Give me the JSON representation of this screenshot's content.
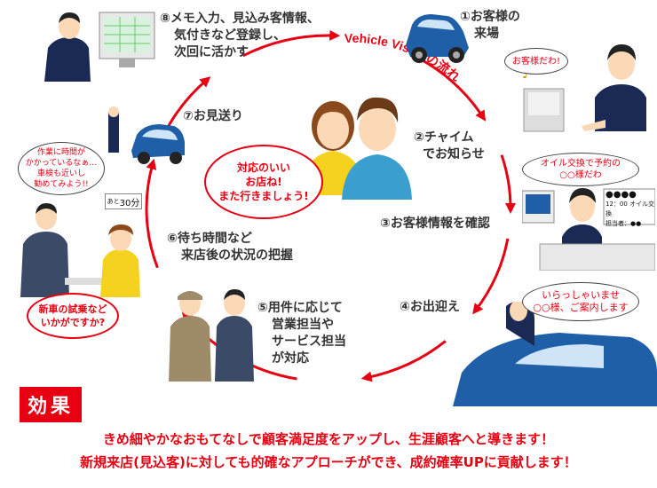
{
  "flow_title": "Vehicle Visionの流れ",
  "steps": [
    {
      "num": "①",
      "lines": [
        "お客様の",
        "来場"
      ]
    },
    {
      "num": "②",
      "lines": [
        "チャイム",
        "でお知らせ"
      ]
    },
    {
      "num": "③",
      "lines": [
        "お客様情報を確認"
      ]
    },
    {
      "num": "④",
      "lines": [
        "お出迎え"
      ]
    },
    {
      "num": "⑤",
      "lines": [
        "用件に応じて",
        "営業担当や",
        "サービス担当",
        "が対応"
      ]
    },
    {
      "num": "⑥",
      "lines": [
        "待ち時間など",
        "来店後の状況の把握"
      ]
    },
    {
      "num": "⑦",
      "lines": [
        "お見送り"
      ]
    },
    {
      "num": "⑧",
      "lines": [
        "メモ入力、見込み客情報、",
        "気付きなど登録し、",
        "次回に活かす"
      ]
    }
  ],
  "bubbles": {
    "customer_voice": [
      "対応のいい",
      "お店ね!",
      "また行きましょう!"
    ],
    "staff_arrival": "お客様だわ!",
    "staff_oil": [
      "オイル交換で予約の",
      "○○様だわ"
    ],
    "staff_welcome": [
      "いらっしゃいませ",
      "○○様、ご案内します"
    ],
    "sales_suggest": [
      "新車の試乗など",
      "いかがですか?"
    ],
    "staff_think": [
      "作業に時間が",
      "かかっているなぁ…",
      "車検も近いし",
      "勧めてみよう!!"
    ]
  },
  "screen_text": {
    "dots": "●●●●",
    "info": [
      "12：00 オイル交換",
      "担当者：●●"
    ]
  },
  "timer": {
    "prefix": "あと",
    "value": "30分"
  },
  "effect": {
    "label": "効果",
    "lines": [
      "きめ細やかなおもてなしで顧客満足度をアップし、生涯顧客へと導きます！",
      "新規来店(見込客)に対しても的確なアプローチができ、成約確率UPに貢献します！"
    ]
  },
  "colors": {
    "accent": "#e60012",
    "car_blue": "#1f5fa8",
    "text": "#333333"
  }
}
